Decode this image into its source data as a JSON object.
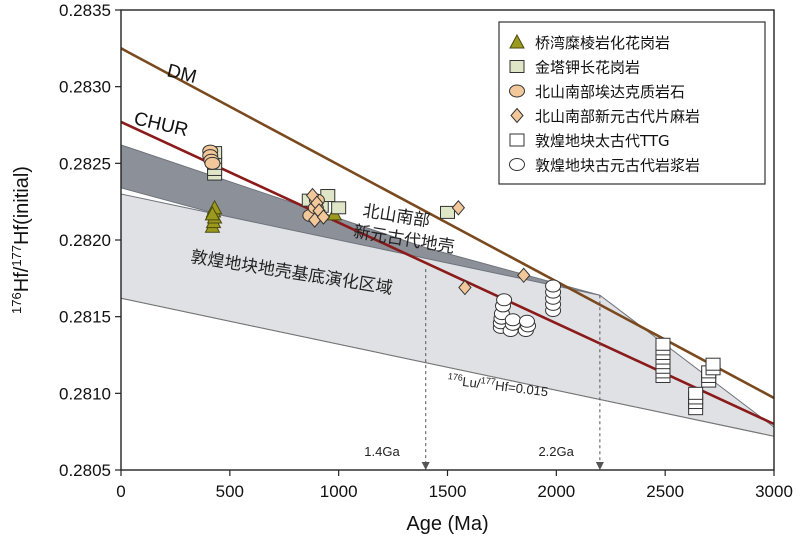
{
  "chart_data": {
    "type": "scatter",
    "xlabel": "Age (Ma)",
    "ylabel_main": "Hf/",
    "ylabel_sup1": "176",
    "ylabel_sup2": "177",
    "ylabel_tail": "Hf(initial)",
    "xlim": [
      0,
      3000
    ],
    "ylim": [
      0.2805,
      0.2835
    ],
    "xticks": [
      0,
      500,
      1000,
      1500,
      2000,
      2500,
      3000
    ],
    "yticks": [
      0.2805,
      0.281,
      0.2815,
      0.282,
      0.2825,
      0.283,
      0.2835
    ],
    "ytick_labels": [
      "0.2805",
      "0.2810",
      "0.2815",
      "0.2820",
      "0.2825",
      "0.2830",
      "0.2835"
    ],
    "lines": [
      {
        "name": "DM",
        "color": "#7a4a1e",
        "points": [
          [
            0,
            0.28325
          ],
          [
            3000,
            0.28097
          ]
        ]
      },
      {
        "name": "CHUR",
        "color": "#8b1a1a",
        "points": [
          [
            0,
            0.28277
          ],
          [
            3000,
            0.2808
          ]
        ]
      }
    ],
    "regions": [
      {
        "label": "北山南部新元古代地壳",
        "color": "#8c9098",
        "polygon": [
          [
            0,
            0.28262
          ],
          [
            1400,
            0.28195
          ],
          [
            2200,
            0.28164
          ],
          [
            1400,
            0.2818
          ],
          [
            0,
            0.28234
          ]
        ]
      },
      {
        "label": "敦煌地块地壳基底演化区域",
        "color": "#dfe1e5",
        "polygon": [
          [
            0,
            0.2823
          ],
          [
            2200,
            0.28164
          ],
          [
            3000,
            0.28078
          ],
          [
            3000,
            0.28072
          ],
          [
            0,
            0.28162
          ]
        ]
      }
    ],
    "reference_line": {
      "label_sup1": "176",
      "label_mid": "Lu/",
      "label_sup2": "177",
      "label_tail": "Hf=0.015",
      "points": [
        [
          0,
          0.28162
        ],
        [
          3000,
          0.28072
        ]
      ]
    },
    "annotations": [
      {
        "label": "1.4Ga",
        "x": 1400,
        "y_top": 0.28181
      },
      {
        "label": "2.2Ga",
        "x": 2200,
        "y_top": 0.28164
      }
    ],
    "series": [
      {
        "name": "桥湾糜棱岩化花岗岩",
        "marker": "triangle",
        "color": "#9c9a1c",
        "points": [
          [
            420,
            0.28209
          ],
          [
            425,
            0.28212
          ],
          [
            430,
            0.28215
          ],
          [
            425,
            0.28219
          ],
          [
            430,
            0.28221
          ],
          [
            420,
            0.28217
          ],
          [
            980,
            0.28217
          ]
        ]
      },
      {
        "name": "金塔钾长花岗岩",
        "marker": "square",
        "color": "#dfe6c8",
        "points": [
          [
            430,
            0.28243
          ],
          [
            430,
            0.28246
          ],
          [
            430,
            0.2825
          ],
          [
            430,
            0.28254
          ],
          [
            430,
            0.28257
          ],
          [
            865,
            0.28226
          ],
          [
            920,
            0.28222
          ],
          [
            950,
            0.28229
          ],
          [
            1000,
            0.28221
          ],
          [
            1500,
            0.28218
          ]
        ]
      },
      {
        "name": "北山南部埃达克质岩石",
        "marker": "circle",
        "color": "#f2c89a",
        "points": [
          [
            410,
            0.28258
          ],
          [
            410,
            0.28255
          ],
          [
            415,
            0.28252
          ],
          [
            420,
            0.2825
          ],
          [
            870,
            0.28216
          ],
          [
            895,
            0.28221
          ],
          [
            900,
            0.28226
          ]
        ]
      },
      {
        "name": "北山南部新元古代片麻岩",
        "marker": "diamond",
        "color": "#f2c89a",
        "points": [
          [
            880,
            0.28229
          ],
          [
            900,
            0.28224
          ],
          [
            910,
            0.28219
          ],
          [
            890,
            0.28213
          ],
          [
            930,
            0.28215
          ],
          [
            1550,
            0.28221
          ],
          [
            1580,
            0.28169
          ],
          [
            1850,
            0.28177
          ]
        ]
      },
      {
        "name": "敦煌地块太古代TTG",
        "marker": "square",
        "color": "#ffffff",
        "points": [
          [
            2490,
            0.28111
          ],
          [
            2490,
            0.28114
          ],
          [
            2490,
            0.28117
          ],
          [
            2490,
            0.2812
          ],
          [
            2490,
            0.28123
          ],
          [
            2490,
            0.28126
          ],
          [
            2490,
            0.28129
          ],
          [
            2490,
            0.28132
          ],
          [
            2640,
            0.2809
          ],
          [
            2640,
            0.28094
          ],
          [
            2640,
            0.28097
          ],
          [
            2640,
            0.281
          ],
          [
            2700,
            0.28108
          ],
          [
            2700,
            0.28111
          ],
          [
            2700,
            0.28114
          ],
          [
            2720,
            0.28116
          ],
          [
            2720,
            0.28119
          ]
        ]
      },
      {
        "name": "敦煌地块古元古代岩浆岩",
        "marker": "circle",
        "color": "#ffffff",
        "points": [
          [
            1745,
            0.28143
          ],
          [
            1745,
            0.28146
          ],
          [
            1748,
            0.28149
          ],
          [
            1750,
            0.28152
          ],
          [
            1755,
            0.28157
          ],
          [
            1760,
            0.28161
          ],
          [
            1790,
            0.28141
          ],
          [
            1800,
            0.28145
          ],
          [
            1800,
            0.28148
          ],
          [
            1860,
            0.28141
          ],
          [
            1870,
            0.28144
          ],
          [
            1865,
            0.28147
          ],
          [
            1985,
            0.28154
          ],
          [
            1985,
            0.28158
          ],
          [
            1985,
            0.28162
          ],
          [
            1985,
            0.28166
          ],
          [
            1985,
            0.2817
          ]
        ]
      }
    ]
  }
}
